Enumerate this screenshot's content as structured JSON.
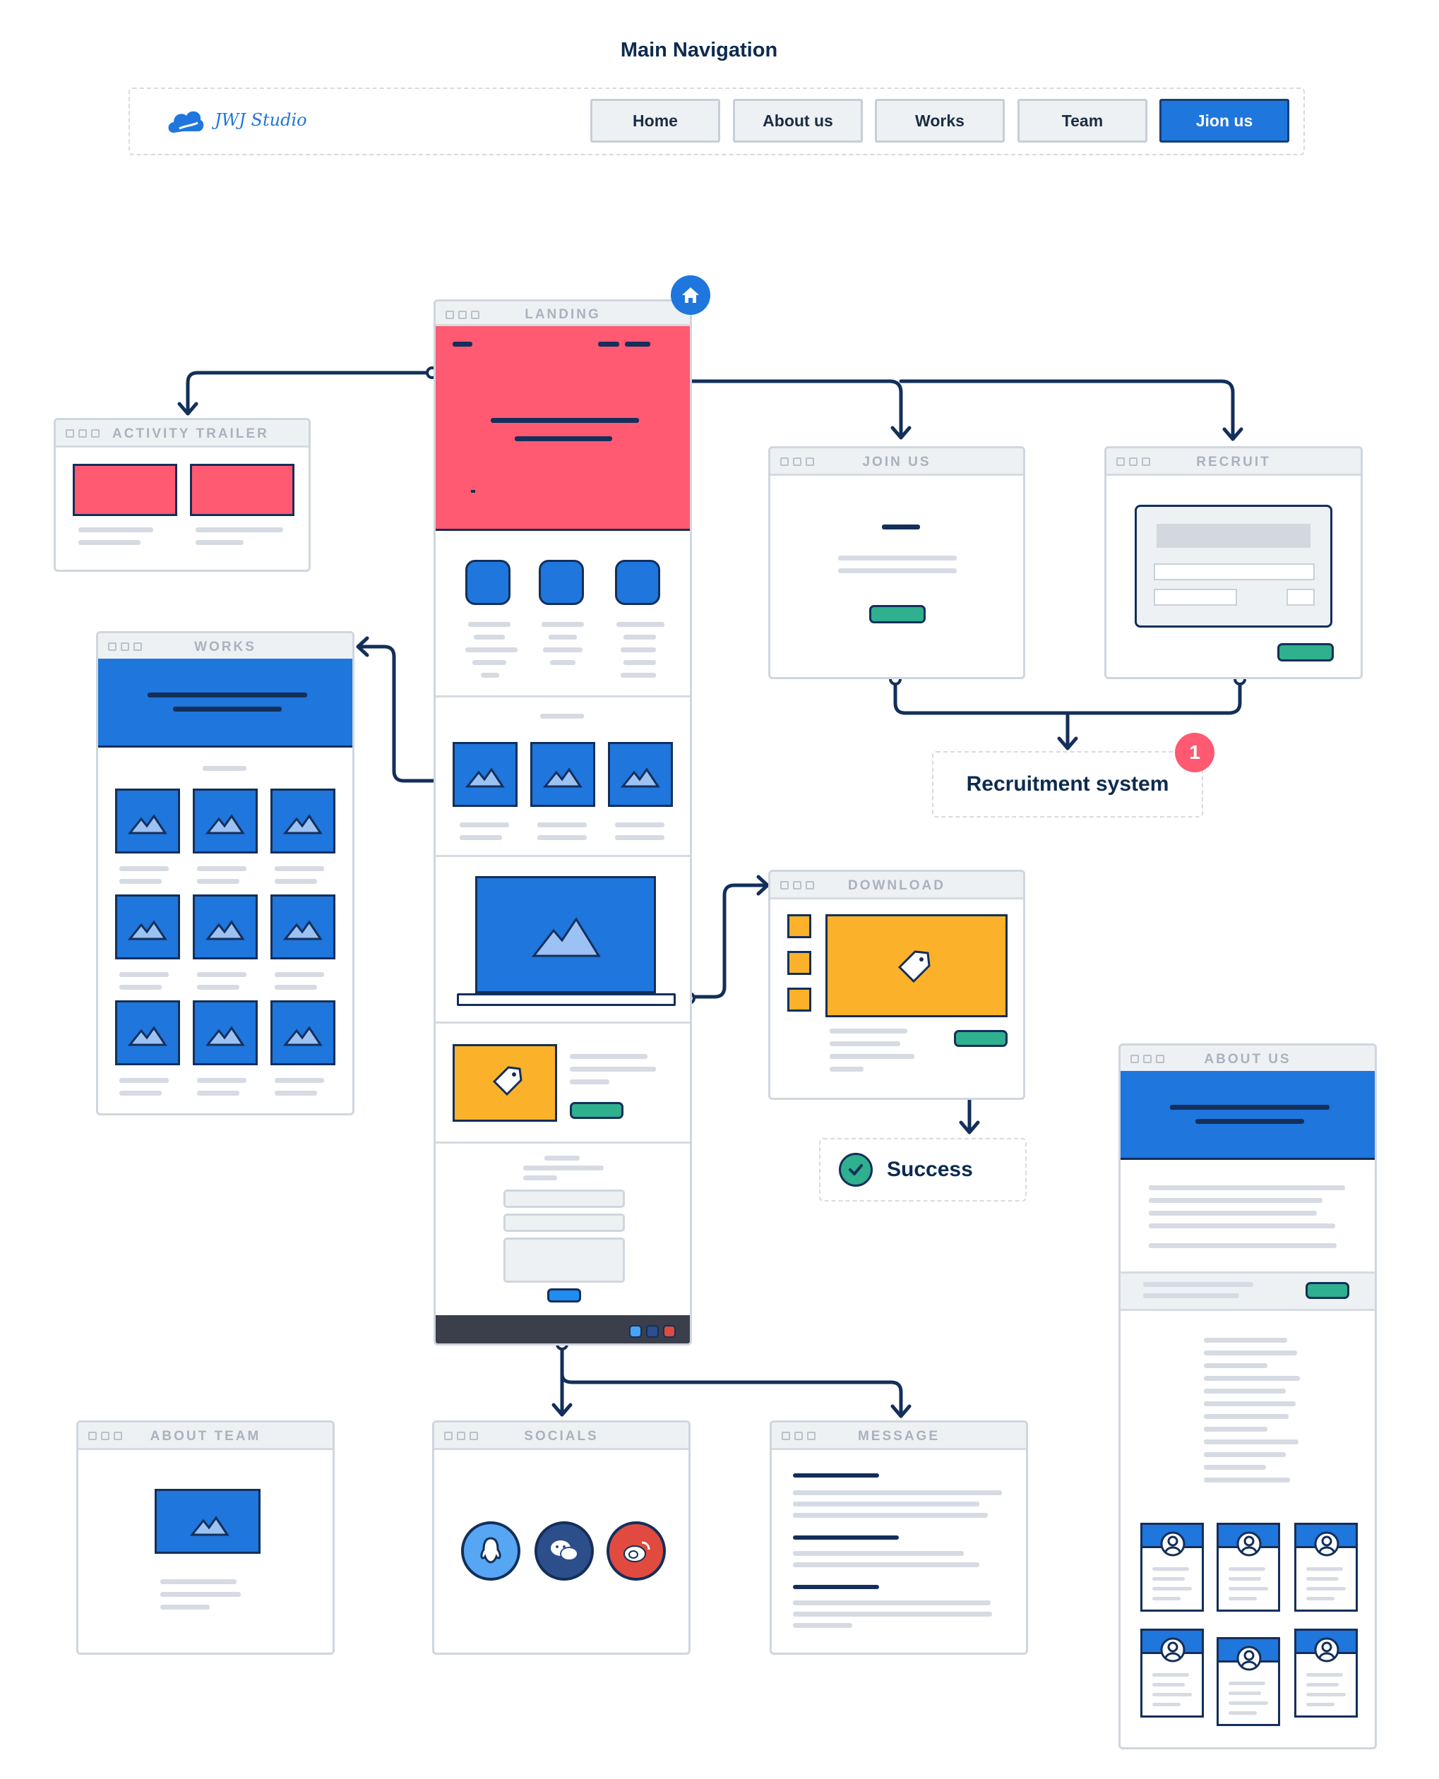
{
  "title": "Main Navigation",
  "nav": {
    "logo_text": "JWJ Studio",
    "items": [
      "Home",
      "About us",
      "Works",
      "Team",
      "Jion us"
    ],
    "active_index": 4
  },
  "windows": {
    "landing": "LANDING",
    "activity_trailer": "ACTIVITY TRAILER",
    "join_us": "JOIN US",
    "recruit": "RECRUIT",
    "works": "WORKS",
    "download": "DOWNLOAD",
    "about_us": "ABOUT US",
    "about_team": "ABOUT TEAM",
    "socials": "SOCIALS",
    "message": "MESSAGE"
  },
  "recruitment": {
    "label": "Recruitment system",
    "badge": "1"
  },
  "success": {
    "label": "Success"
  },
  "colors": {
    "accent_blue": "#1f76dc",
    "navy": "#132f5a",
    "hero_red": "#ff5a72",
    "download_yellow": "#fbb22a",
    "button_green": "#2fb08e"
  },
  "icons": [
    "home-icon",
    "cloud-logo-icon",
    "mountain-image-icon",
    "price-tag-icon",
    "check-icon",
    "user-avatar-icon",
    "qq-icon",
    "wechat-icon",
    "weibo-icon"
  ]
}
